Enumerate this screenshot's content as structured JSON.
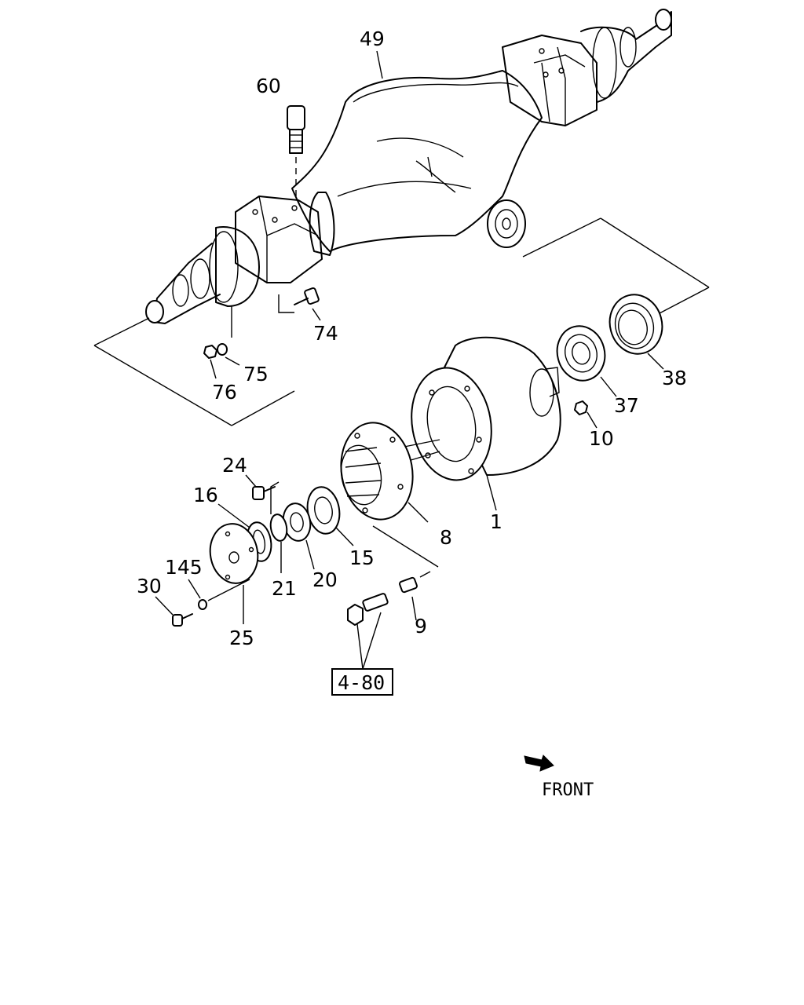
{
  "callouts": {
    "c49": "49",
    "c60": "60",
    "c74": "74",
    "c75": "75",
    "c76": "76",
    "c38": "38",
    "c37": "37",
    "c10": "10",
    "c1": "1",
    "c8": "8",
    "c15": "15",
    "c20": "20",
    "c21": "21",
    "c16": "16",
    "c24": "24",
    "c145": "145",
    "c30": "30",
    "c25": "25",
    "c9": "9"
  },
  "reference_box": "4-80",
  "direction": {
    "label": "FRONT",
    "icon": "front-arrow-icon"
  }
}
